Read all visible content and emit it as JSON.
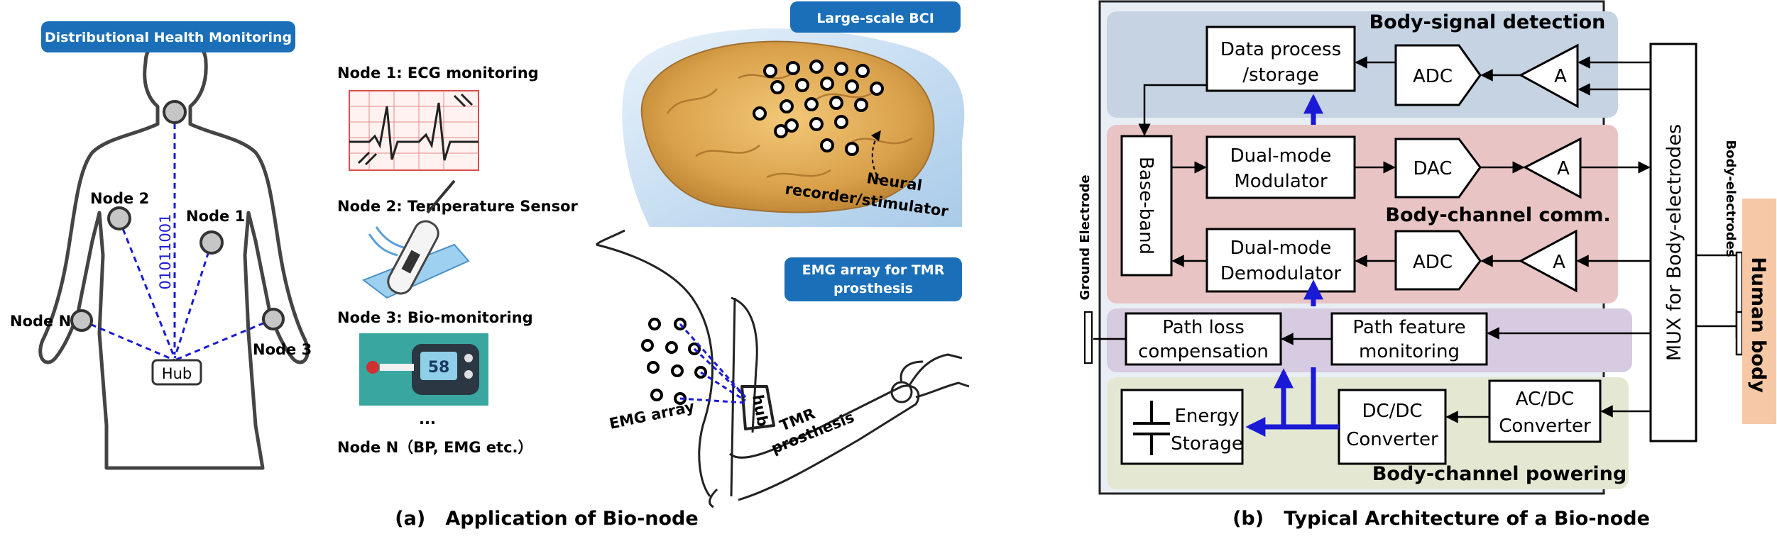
{
  "panel_a": {
    "badge_health": "Distributional Health Monitoring",
    "badge_bci": "Large-scale BCI",
    "badge_emg_line1": "EMG array for TMR",
    "badge_emg_line2": "prosthesis",
    "body_nodes": {
      "node2": "Node 2",
      "node1": "Node 1",
      "nodeN": "Node N",
      "node3": "Node 3",
      "hub": "Hub",
      "bits": "01011001"
    },
    "node_list": {
      "n1": "Node 1: ECG monitoring",
      "n2": "Node 2: Temperature Sensor",
      "n3": "Node 3: Bio-monitoring",
      "dots": "...",
      "nN": "Node N（BP, EMG  etc.）"
    },
    "glucose_reading": "58",
    "brain_label_line1": "Neural",
    "brain_label_line2": "recorder/stimulator",
    "arm": {
      "hub": "hub",
      "emg_array": "EMG array",
      "tmr_line1": "TMR",
      "tmr_line2": "prosthesis"
    },
    "caption": "(a)   Application of Bio-node"
  },
  "panel_b": {
    "sections": {
      "detection": "Body-signal detection",
      "comm": "Body-channel comm.",
      "powering": "Body-channel powering"
    },
    "blocks": {
      "data_process_line1": "Data process",
      "data_process_line2": "/storage",
      "adc_top": "ADC",
      "amp_top": "A",
      "baseband": "Base-band",
      "modulator_line1": "Dual-mode",
      "modulator_line2": "Modulator",
      "dac": "DAC",
      "amp_mid": "A",
      "demod_line1": "Dual-mode",
      "demod_line2": "Demodulator",
      "adc_mid": "ADC",
      "amp_bot": "A",
      "pathloss_line1": "Path loss",
      "pathloss_line2": "compensation",
      "pathfeat_line1": "Path feature",
      "pathfeat_line2": "monitoring",
      "energy_line1": "Energy",
      "energy_line2": "Storage",
      "dcdc_line1": "DC/DC",
      "dcdc_line2": "Converter",
      "acdc_line1": "AC/DC",
      "acdc_line2": "Converter",
      "mux": "MUX for Body-electrodes"
    },
    "ground_electrode": "Ground Electrode",
    "body_electrodes": "Body-electrodes",
    "human_body": "Human body",
    "caption": "(b)   Typical Architecture of a Bio-node"
  },
  "colors": {
    "badge_blue": "#1b6fb8",
    "detection_bg": "#c5d3e3",
    "comm_bg": "#e8c4c4",
    "path_bg": "#d6cbe0",
    "power_bg": "#e4e8d2",
    "outer_bg": "#e9eef5",
    "accent_blue": "#1a1ad6",
    "human_body_bg": "#f6c8a6"
  }
}
